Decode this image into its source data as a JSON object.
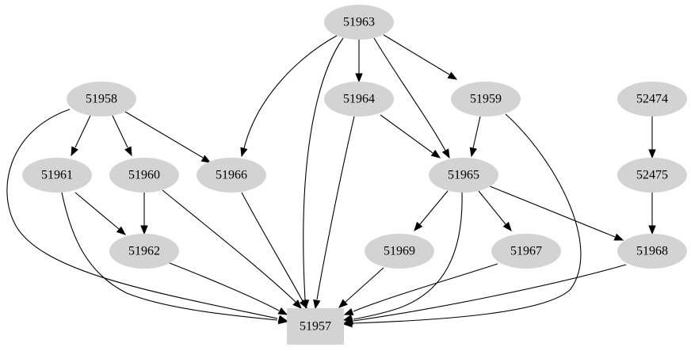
{
  "graph": {
    "nodes": [
      {
        "id": "n51963",
        "label": "51963",
        "shape": "ellipse"
      },
      {
        "id": "n51958",
        "label": "51958",
        "shape": "ellipse"
      },
      {
        "id": "n51964",
        "label": "51964",
        "shape": "ellipse"
      },
      {
        "id": "n51959",
        "label": "51959",
        "shape": "ellipse"
      },
      {
        "id": "n52474",
        "label": "52474",
        "shape": "ellipse"
      },
      {
        "id": "n51961",
        "label": "51961",
        "shape": "ellipse"
      },
      {
        "id": "n51960",
        "label": "51960",
        "shape": "ellipse"
      },
      {
        "id": "n51966",
        "label": "51966",
        "shape": "ellipse"
      },
      {
        "id": "n51965",
        "label": "51965",
        "shape": "ellipse"
      },
      {
        "id": "n52475",
        "label": "52475",
        "shape": "ellipse"
      },
      {
        "id": "n51962",
        "label": "51962",
        "shape": "ellipse"
      },
      {
        "id": "n51969",
        "label": "51969",
        "shape": "ellipse"
      },
      {
        "id": "n51967",
        "label": "51967",
        "shape": "ellipse"
      },
      {
        "id": "n51968",
        "label": "51968",
        "shape": "ellipse"
      },
      {
        "id": "n51957",
        "label": "51957",
        "shape": "box"
      }
    ],
    "edges": [
      {
        "from": "n51963",
        "to": "n51964"
      },
      {
        "from": "n51963",
        "to": "n51959"
      },
      {
        "from": "n51963",
        "to": "n51965"
      },
      {
        "from": "n51963",
        "to": "n51966"
      },
      {
        "from": "n51963",
        "to": "n51957"
      },
      {
        "from": "n51958",
        "to": "n51961"
      },
      {
        "from": "n51958",
        "to": "n51960"
      },
      {
        "from": "n51958",
        "to": "n51966"
      },
      {
        "from": "n51958",
        "to": "n51957"
      },
      {
        "from": "n51964",
        "to": "n51965"
      },
      {
        "from": "n51964",
        "to": "n51957"
      },
      {
        "from": "n51959",
        "to": "n51965"
      },
      {
        "from": "n51959",
        "to": "n51957"
      },
      {
        "from": "n52474",
        "to": "n52475"
      },
      {
        "from": "n52475",
        "to": "n51968"
      },
      {
        "from": "n51961",
        "to": "n51962"
      },
      {
        "from": "n51961",
        "to": "n51957"
      },
      {
        "from": "n51960",
        "to": "n51962"
      },
      {
        "from": "n51960",
        "to": "n51957"
      },
      {
        "from": "n51966",
        "to": "n51957"
      },
      {
        "from": "n51965",
        "to": "n51969"
      },
      {
        "from": "n51965",
        "to": "n51967"
      },
      {
        "from": "n51965",
        "to": "n51968"
      },
      {
        "from": "n51965",
        "to": "n51957"
      },
      {
        "from": "n51962",
        "to": "n51957"
      },
      {
        "from": "n51969",
        "to": "n51957"
      },
      {
        "from": "n51967",
        "to": "n51957"
      },
      {
        "from": "n51968",
        "to": "n51957"
      }
    ],
    "colors": {
      "node_fill": "#d3d3d3",
      "edge": "#000000",
      "label": "#000000",
      "background": "#ffffff"
    }
  }
}
